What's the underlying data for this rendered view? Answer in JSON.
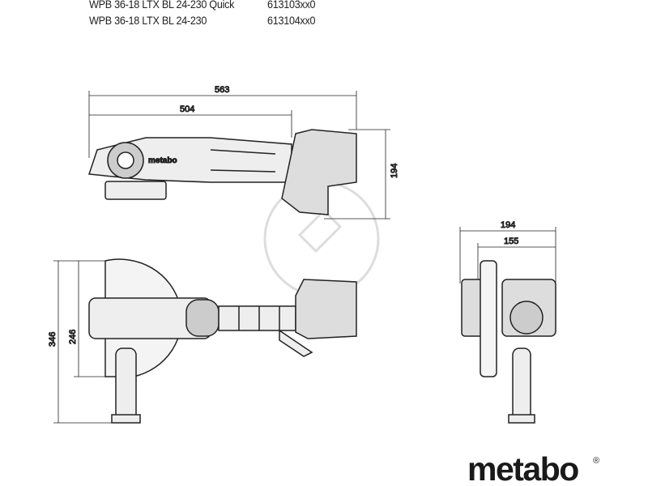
{
  "header": {
    "models": [
      {
        "name": "WPB 36-18 LTX BL 24-230 Quick",
        "code": "613103xx0"
      },
      {
        "name": "WPB 36-18 LTX BL 24-230",
        "code": "613104xx0"
      }
    ]
  },
  "dimensions": {
    "top_length_total": "563",
    "top_length_body": "504",
    "top_height": "194",
    "side_height_total": "346",
    "side_height_guard": "246",
    "front_width_total": "194",
    "front_width_body": "155"
  },
  "views": {
    "top_label": "metabo"
  },
  "logo": {
    "text": "metabo",
    "mark": "®"
  }
}
